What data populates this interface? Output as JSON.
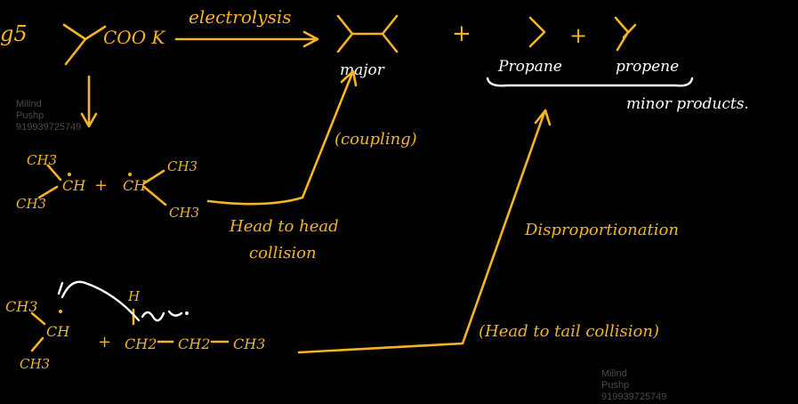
{
  "board": {
    "eg_label": "g5",
    "reactant": "COO K",
    "reagent": "electrolysis",
    "major": "major",
    "plus1": "+",
    "plus2": "+",
    "propane": "Propane",
    "propene": "propene",
    "minor": "minor products.",
    "coupling": "(coupling)",
    "r1": {
      "ch3_a": "CH3",
      "ch": "CH",
      "ch3_b": "CH3",
      "plus": "+",
      "ch2": "CH",
      "ch3_c": "CH3",
      "ch3_d": "CH3"
    },
    "head_to_head": [
      "Head to head",
      "collision"
    ],
    "disproportionation": "Disproportionation",
    "r2": {
      "ch3_a": "CH3",
      "ch": "CH",
      "ch3_b": "CH3",
      "plus": "+",
      "h": "H",
      "ch2a": "CH2",
      "ch2b": "CH2",
      "ch3_c": "CH3"
    },
    "head_to_tail": "(Head to tail collision)"
  },
  "watermarks": [
    {
      "line1": "Milind",
      "line2": "Pushp",
      "line3": "919939725749"
    },
    {
      "line1": "Milind",
      "line2": "Pushp",
      "line3": "919939725749"
    }
  ],
  "colors": {
    "ink": "#f5b423",
    "white_ink": "#ffffff",
    "background": "#000000"
  }
}
